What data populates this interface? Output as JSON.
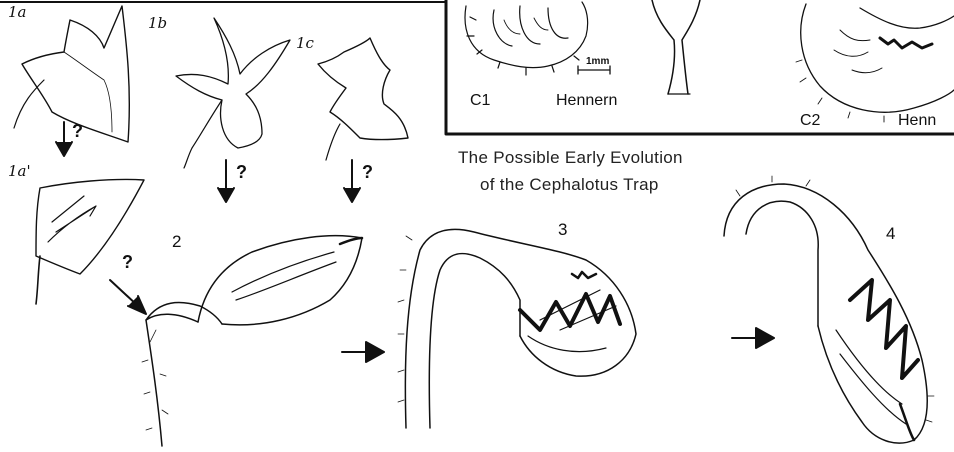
{
  "title": {
    "line1": "The Possible Early Evolution",
    "line2": "of the Cephalotus Trap"
  },
  "inset": {
    "c1": "C1",
    "c2": "C2",
    "credit1": "Hennern",
    "credit2": "Henn",
    "scale": "1mm"
  },
  "labels": {
    "a1a": "1a",
    "a1b": "1b",
    "a1c": "1c",
    "a1a_prime": "1a'",
    "s2": "2",
    "s3": "3",
    "s4": "4",
    "q": "?"
  },
  "colors": {
    "ink": "#111111",
    "paper": "#ffffff"
  }
}
